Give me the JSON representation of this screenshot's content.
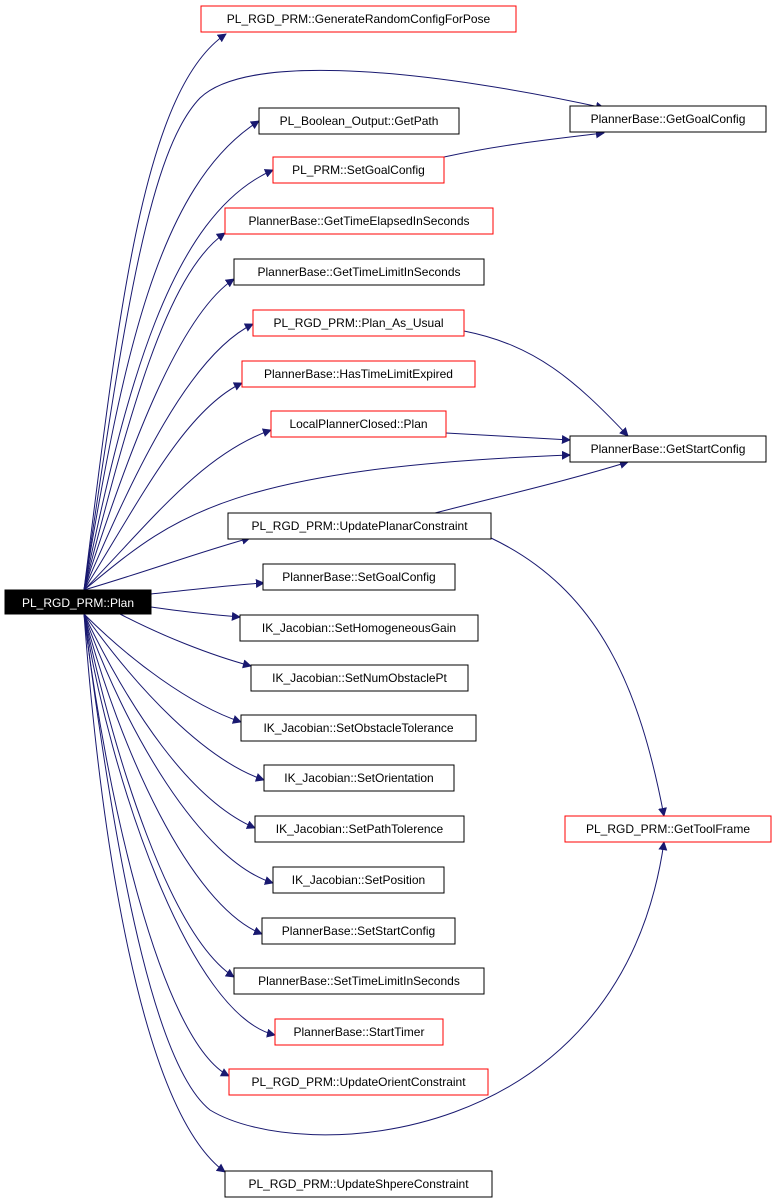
{
  "graph": {
    "root": {
      "id": "root",
      "label": "PL_RGD_PRM::Plan"
    },
    "nodes": [
      {
        "id": "n1",
        "label": "PL_RGD_PRM::GenerateRandomConfigForPose",
        "border": "red"
      },
      {
        "id": "n2",
        "label": "PL_Boolean_Output::GetPath",
        "border": "black"
      },
      {
        "id": "n3",
        "label": "PL_PRM::SetGoalConfig",
        "border": "red"
      },
      {
        "id": "n4",
        "label": "PlannerBase::GetTimeElapsedInSeconds",
        "border": "red"
      },
      {
        "id": "n5",
        "label": "PlannerBase::GetTimeLimitInSeconds",
        "border": "black"
      },
      {
        "id": "n6",
        "label": "PL_RGD_PRM::Plan_As_Usual",
        "border": "red"
      },
      {
        "id": "n7",
        "label": "PlannerBase::HasTimeLimitExpired",
        "border": "red"
      },
      {
        "id": "n8",
        "label": "LocalPlannerClosed::Plan",
        "border": "red"
      },
      {
        "id": "n9",
        "label": "PL_RGD_PRM::UpdatePlanarConstraint",
        "border": "black"
      },
      {
        "id": "n10",
        "label": "PlannerBase::SetGoalConfig",
        "border": "black"
      },
      {
        "id": "n11",
        "label": "IK_Jacobian::SetHomogeneousGain",
        "border": "black"
      },
      {
        "id": "n12",
        "label": "IK_Jacobian::SetNumObstaclePt",
        "border": "black"
      },
      {
        "id": "n13",
        "label": "IK_Jacobian::SetObstacleTolerance",
        "border": "black"
      },
      {
        "id": "n14",
        "label": "IK_Jacobian::SetOrientation",
        "border": "black"
      },
      {
        "id": "n15",
        "label": "IK_Jacobian::SetPathTolerence",
        "border": "black"
      },
      {
        "id": "n16",
        "label": "IK_Jacobian::SetPosition",
        "border": "black"
      },
      {
        "id": "n17",
        "label": "PlannerBase::SetStartConfig",
        "border": "black"
      },
      {
        "id": "n18",
        "label": "PlannerBase::SetTimeLimitInSeconds",
        "border": "black"
      },
      {
        "id": "n19",
        "label": "PlannerBase::StartTimer",
        "border": "red"
      },
      {
        "id": "n20",
        "label": "PL_RGD_PRM::UpdateOrientConstraint",
        "border": "red"
      },
      {
        "id": "n21",
        "label": "PL_RGD_PRM::UpdateShpereConstraint",
        "border": "black"
      },
      {
        "id": "r1",
        "label": "PlannerBase::GetGoalConfig",
        "border": "black"
      },
      {
        "id": "r2",
        "label": "PlannerBase::GetStartConfig",
        "border": "black"
      },
      {
        "id": "r3",
        "label": "PL_RGD_PRM::GetToolFrame",
        "border": "red"
      }
    ],
    "edges": [
      {
        "from": "root",
        "to": "n1"
      },
      {
        "from": "root",
        "to": "r1"
      },
      {
        "from": "root",
        "to": "n2"
      },
      {
        "from": "root",
        "to": "n3"
      },
      {
        "from": "root",
        "to": "n4"
      },
      {
        "from": "root",
        "to": "n5"
      },
      {
        "from": "root",
        "to": "n6"
      },
      {
        "from": "root",
        "to": "n7"
      },
      {
        "from": "root",
        "to": "n8"
      },
      {
        "from": "root",
        "to": "r2"
      },
      {
        "from": "root",
        "to": "n9"
      },
      {
        "from": "root",
        "to": "n10"
      },
      {
        "from": "root",
        "to": "n11"
      },
      {
        "from": "root",
        "to": "n12"
      },
      {
        "from": "root",
        "to": "n13"
      },
      {
        "from": "root",
        "to": "n14"
      },
      {
        "from": "root",
        "to": "n15"
      },
      {
        "from": "root",
        "to": "n16"
      },
      {
        "from": "root",
        "to": "n17"
      },
      {
        "from": "root",
        "to": "n18"
      },
      {
        "from": "root",
        "to": "n19"
      },
      {
        "from": "root",
        "to": "n20"
      },
      {
        "from": "root",
        "to": "r3"
      },
      {
        "from": "root",
        "to": "n21"
      },
      {
        "from": "n3",
        "to": "r1"
      },
      {
        "from": "n6",
        "to": "r2"
      },
      {
        "from": "n8",
        "to": "r2"
      },
      {
        "from": "n9",
        "to": "r2"
      },
      {
        "from": "n9",
        "to": "r3"
      }
    ],
    "colors": {
      "edge": "#191970",
      "red_border": "#ff0000",
      "black_border": "#000000",
      "root_fill": "#000000",
      "root_text": "#ffffff"
    }
  }
}
